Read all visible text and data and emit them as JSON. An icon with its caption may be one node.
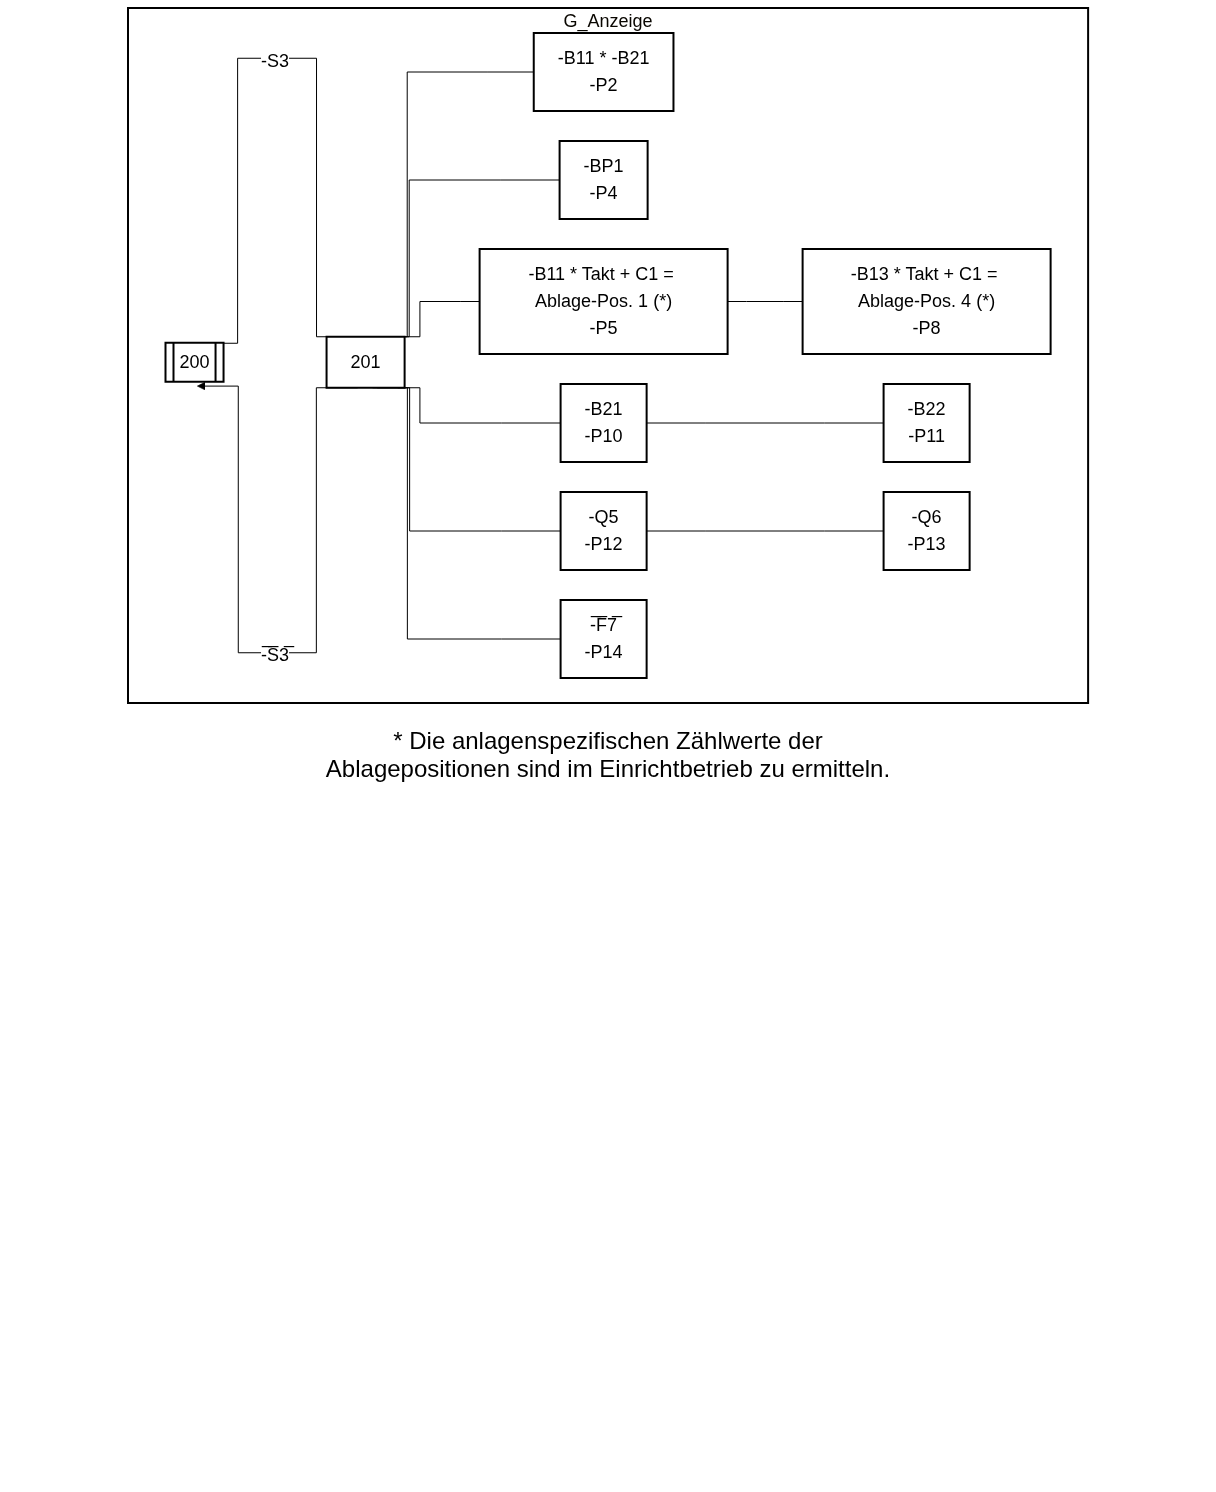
{
  "diagram": {
    "nodes": [
      {
        "text": [
          "G_Anzeige"
        ]
      },
      {
        "text": [
          "200"
        ],
        "in": 0
      },
      {
        "text": [
          "201"
        ],
        "in": 0
      },
      {
        "text": [
          "-B11 * -B21",
          "-P2"
        ],
        "in": 0
      },
      {
        "text": [
          "-BP1",
          "-P4"
        ],
        "in": 0
      },
      {
        "text": [
          "-B11 * Takt + C1 = Ablage-Pos. 1 (*)",
          "-P5"
        ],
        "in": 0
      },
      {
        "text": [
          "-B13 * Takt + C1 = Ablage-Pos. 4 (*)",
          "-P8"
        ],
        "in": 0
      },
      {
        "text": [
          "-B21",
          "-P10"
        ],
        "in": 0
      },
      {
        "text": [
          "-B22",
          "-P11"
        ],
        "in": 0
      },
      {
        "text": [
          "-Q5",
          "-P12"
        ],
        "in": 0
      },
      {
        "text": [
          "-Q6",
          "-P13"
        ],
        "in": 0
      },
      {
        "text": [
          "-̅F̅7̅",
          "-P14"
        ],
        "in": 0
      }
    ],
    "edges": [
      {
        "from": 1,
        "to": 2,
        "arrow": "none",
        "label": "-S3"
      },
      {
        "from": 2,
        "to": 1,
        "arrow": "to",
        "label": "-̅S̅3̅"
      },
      {
        "from": 2,
        "to": 3,
        "arrow": "none"
      },
      {
        "from": 2,
        "to": 4,
        "arrow": "none"
      },
      {
        "from": 2,
        "to": 5,
        "arrow": "none"
      },
      {
        "from": 2,
        "to": 7,
        "arrow": "none"
      },
      {
        "from": 2,
        "to": 9,
        "arrow": "none"
      },
      {
        "from": 2,
        "to": 11,
        "arrow": "none"
      },
      {
        "from": 5,
        "to": 6,
        "arrow": "none"
      },
      {
        "from": 7,
        "to": 8,
        "arrow": "none"
      },
      {
        "from": 9,
        "to": 10,
        "arrow": "none"
      }
    ],
    "labels": [
      "* Die anlagenspezifischen Zählwerte der Ablagepositionen sind im Einrichtbetrieb zu ermitteln."
    ]
  }
}
